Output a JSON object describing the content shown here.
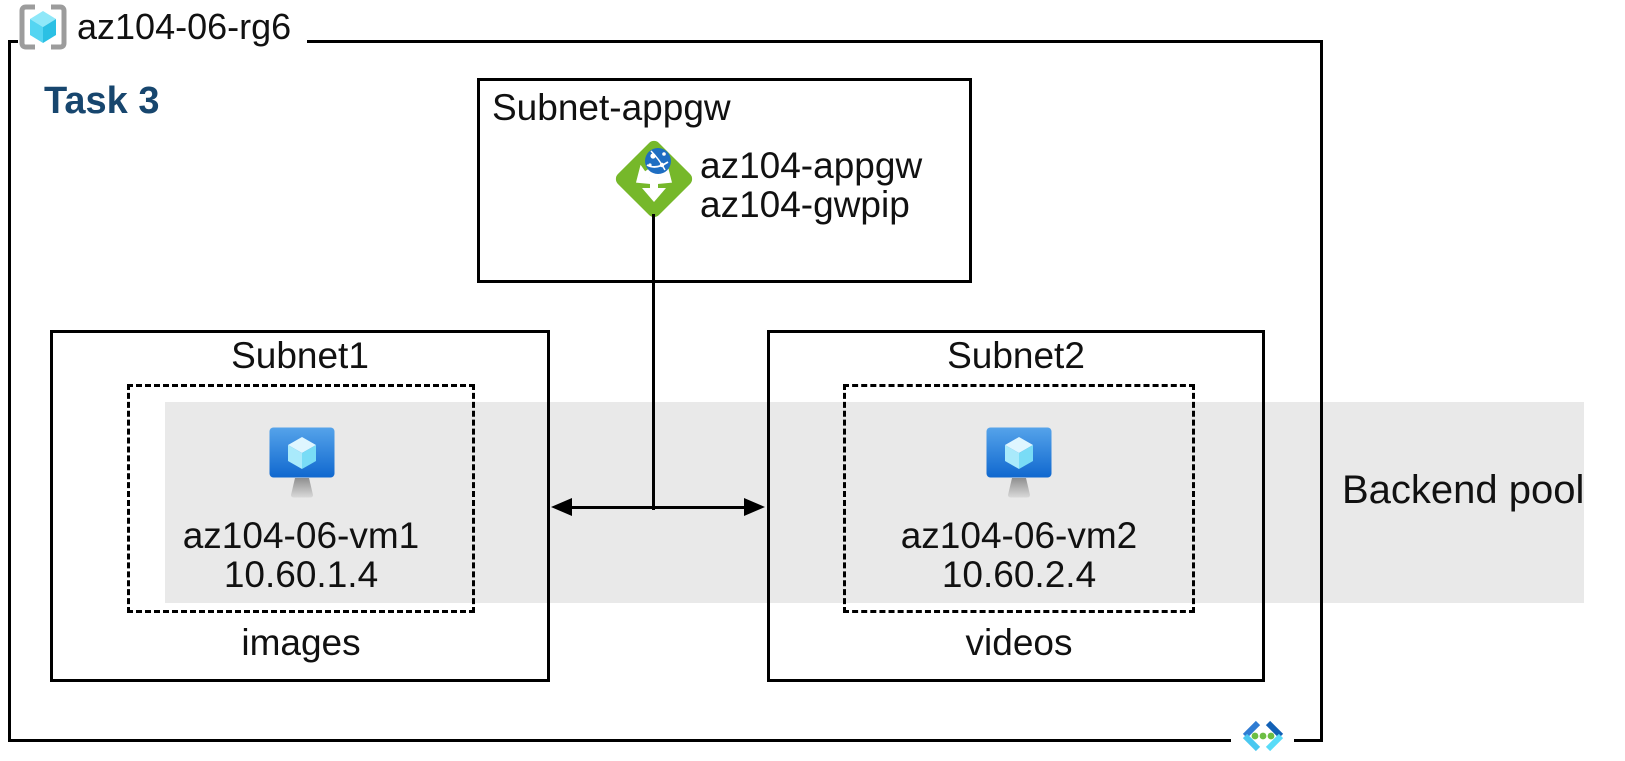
{
  "resource_group": {
    "name": "az104-06-rg6"
  },
  "task_label": "Task 3",
  "appgw_subnet": {
    "title": "Subnet-appgw",
    "gateway_name": "az104-appgw",
    "public_ip_name": "az104-gwpip"
  },
  "subnet1": {
    "title": "Subnet1",
    "vm_name": "az104-06-vm1",
    "vm_ip": "10.60.1.4",
    "pool_member_label": "images"
  },
  "subnet2": {
    "title": "Subnet2",
    "vm_name": "az104-06-vm2",
    "vm_ip": "10.60.2.4",
    "pool_member_label": "videos"
  },
  "backend_pool": {
    "label": "Backend pool"
  },
  "icons": {
    "resource_group": "brackets-cube-icon",
    "application_gateway": "green-diamond-arrows-icon",
    "virtual_machine": "monitor-cube-icon",
    "virtual_network": "chevrons-dots-icon"
  },
  "colors": {
    "backend_pool_band": "#e9e9e9",
    "task_text": "#17466e",
    "appgw_green": "#76b82a",
    "vm_screen_blue": "#1573d8",
    "cube_cyan": "#50e6ff",
    "vnet_dot_green": "#6cbe44",
    "vnet_chevron_blue": "#2f7cd3",
    "line_black": "#000000"
  }
}
